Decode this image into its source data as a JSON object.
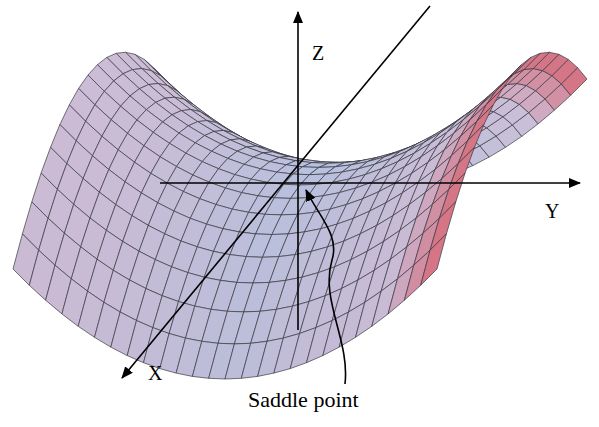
{
  "diagram": {
    "labels": [
      "Z",
      "Y",
      "X",
      "Saddle point"
    ]
  }
}
